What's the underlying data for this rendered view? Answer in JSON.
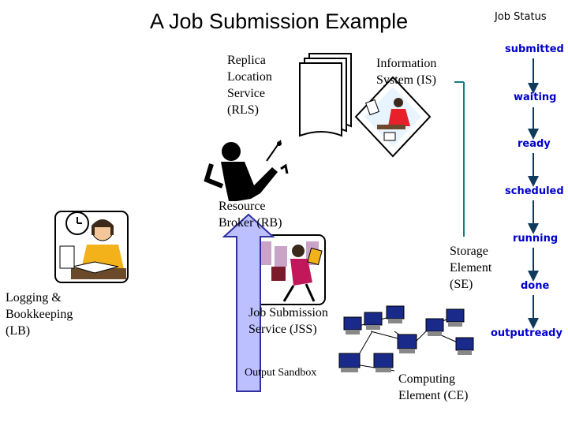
{
  "title": "A Job Submission Example",
  "job_status": {
    "header": "Job Status",
    "states": [
      "submitted",
      "waiting",
      "ready",
      "scheduled",
      "running",
      "done",
      "outputready"
    ]
  },
  "components": {
    "rls": "Replica\nLocation\nService\n(RLS)",
    "is": "Information\nSystem (IS)",
    "rb": "Resource\nBroker (RB)",
    "se": "Storage\nElement\n(SE)",
    "lb": "Logging &\nBookkeeping\n(LB)",
    "jss": "Job Submission\nService (JSS)",
    "sandbox": "Output Sandbox",
    "ce": "Computing\nElement (CE)"
  },
  "colors": {
    "status_text": "#0000cc",
    "arrow_fill": "#bcc0ff",
    "arrow_stroke": "#3030a0",
    "line": "#0e7d85"
  }
}
